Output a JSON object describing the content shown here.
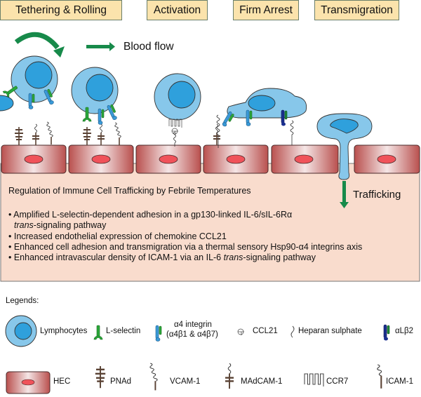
{
  "stages": [
    {
      "label": "Tethering & Rolling"
    },
    {
      "label": "Activation"
    },
    {
      "label": "Firm Arrest"
    },
    {
      "label": "Transmigration"
    }
  ],
  "annotations": {
    "blood_flow": "Blood flow",
    "trafficking": "Trafficking"
  },
  "panel": {
    "title": "Regulation of Immune Cell Trafficking by Febrile Temperatures",
    "bullets": [
      {
        "pre": "• Amplified L-selectin-dependent adhesion in a gp130-linked IL-6/sIL-6Rα",
        "line2_italic": "trans",
        "line2_rest": "-signaling pathway"
      },
      {
        "text": "• Increased endothelial expression of chemokine CCL21"
      },
      {
        "text": "• Enhanced cell adhesion and transmigration via a thermal sensory Hsp90-α4 integrins axis"
      },
      {
        "pre": "• Enhanced intravascular density of ICAM-1 via an IL-6 ",
        "italic": "trans",
        "post": "-signaling pathway"
      }
    ]
  },
  "legend": {
    "title": "Legends:",
    "items": [
      {
        "key": "lymphocytes",
        "label": "Lymphocytes"
      },
      {
        "key": "l-selectin",
        "label": "L-selectin"
      },
      {
        "key": "a4-integrin",
        "label": "α4 integrin",
        "sublabel": "(α4β1 & α4β7)"
      },
      {
        "key": "ccl21",
        "label": "CCL21"
      },
      {
        "key": "heparan-sulphate",
        "label": "Heparan sulphate"
      },
      {
        "key": "alb2",
        "label": "αLβ2"
      },
      {
        "key": "hec",
        "label": "HEC"
      },
      {
        "key": "pnad",
        "label": "PNAd"
      },
      {
        "key": "vcam-1",
        "label": "VCAM-1"
      },
      {
        "key": "madcam-1",
        "label": "MAdCAM-1"
      },
      {
        "key": "ccr7",
        "label": "CCR7"
      },
      {
        "key": "icam-1",
        "label": "ICAM-1"
      }
    ]
  },
  "colors": {
    "stage_box": "#fbe3ac",
    "cell_outer": "#87c7ea",
    "cell_nucleus": "#2fa0dc",
    "selectin_green": "#2aa83a",
    "integrin_blue": "#3a9ad8",
    "alb2_navy": "#1a2f8f",
    "arrow_green": "#178a4a",
    "hec_red": "#b9504e",
    "hec_nucleus": "#f0525a",
    "panel_bg": "#f9dccd",
    "molecule_brown": "#5a4234"
  }
}
